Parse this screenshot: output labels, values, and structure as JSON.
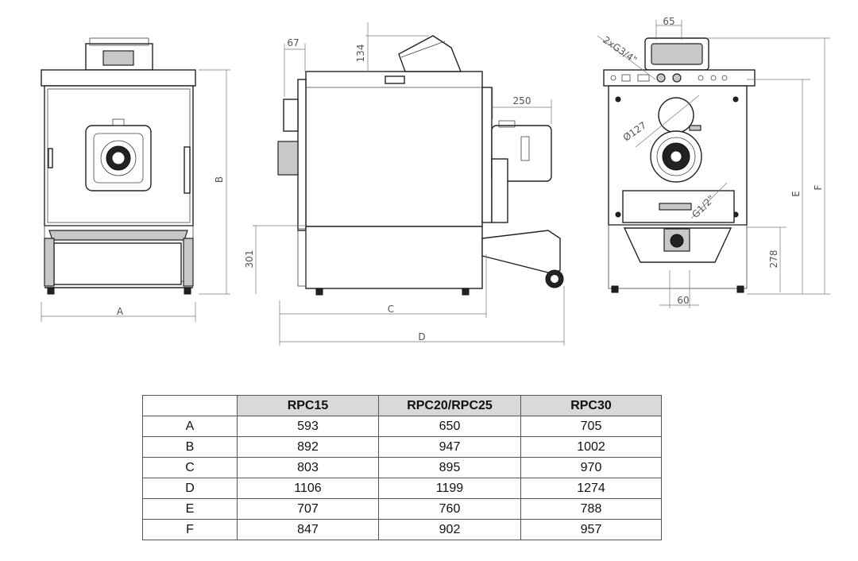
{
  "drawing": {
    "front_view": {
      "dim_width": "A",
      "dim_height": "B"
    },
    "side_view": {
      "dim_67": "67",
      "dim_134": "134",
      "dim_250": "250",
      "dim_301": "301",
      "dim_body": "C",
      "dim_total": "D"
    },
    "rear_view": {
      "dim_65": "65",
      "connection_top": "2xG3/4\"",
      "flue_diameter": "Ø127",
      "connection_drain": "G1/2\"",
      "dim_278": "278",
      "dim_60": "60",
      "dim_e": "E",
      "dim_f": "F"
    }
  },
  "table": {
    "columns": [
      "",
      "RPC15",
      "RPC20/RPC25",
      "RPC30"
    ],
    "rows": [
      {
        "label": "A",
        "values": [
          "593",
          "650",
          "705"
        ]
      },
      {
        "label": "B",
        "values": [
          "892",
          "947",
          "1002"
        ]
      },
      {
        "label": "C",
        "values": [
          "803",
          "895",
          "970"
        ]
      },
      {
        "label": "D",
        "values": [
          "1106",
          "1199",
          "1274"
        ]
      },
      {
        "label": "E",
        "values": [
          "707",
          "760",
          "788"
        ]
      },
      {
        "label": "F",
        "values": [
          "847",
          "902",
          "957"
        ]
      }
    ]
  }
}
